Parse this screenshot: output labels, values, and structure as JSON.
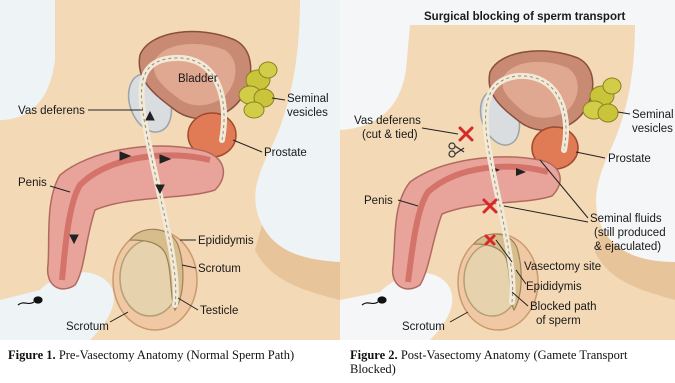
{
  "figure1": {
    "labels": {
      "bladder": "Bladder",
      "vas_deferens": "Vas deferens",
      "seminal_vesicles_line1": "Seminal",
      "seminal_vesicles_line2": "vesicles",
      "prostate": "Prostate",
      "penis": "Penis",
      "epididymis": "Epididymis",
      "scrotum_right": "Scrotum",
      "testicle": "Testicle",
      "scrotum_bottom": "Scrotum"
    },
    "caption_bold": "Figure 1.",
    "caption_text": " Pre-Vasectomy Anatomy (Normal Sperm Path)"
  },
  "figure2": {
    "title": "Surgical blocking of sperm transport",
    "labels": {
      "vas_deferens_line1": "Vas deferens",
      "vas_deferens_line2": "(cut & tied)",
      "seminal_vesicles_line1": "Seminal",
      "seminal_vesicles_line2": "vesicles",
      "prostate": "Prostate",
      "penis": "Penis",
      "seminal_fluids_line1": "Seminal fluids",
      "seminal_fluids_line2": "(still produced",
      "seminal_fluids_line3": "& ejaculated)",
      "vasectomy_site": "Vasectomy site",
      "epididymis": "Epididymis",
      "blocked_path_line1": "Blocked path",
      "blocked_path_line2": "of sperm",
      "scrotum": "Scrotum"
    },
    "caption_bold": "Figure 2.",
    "caption_text": " Post-Vasectomy Anatomy (Gamete Transport Blocked)"
  },
  "colors": {
    "skin": "#f3d9b6",
    "skin_shadow": "#e8c49a",
    "bladder": "#c98a73",
    "bladder_inner": "#e0a890",
    "prostate": "#e07b56",
    "vesicles": "#c9c43a",
    "penis": "#e8a49a",
    "urethra": "#d4736a",
    "bone": "#d9dde0",
    "testicle": "#e6d3ae",
    "epididymis": "#d8bd8c",
    "vas": "#f1ead8",
    "cut_mark": "#d42a2a"
  }
}
